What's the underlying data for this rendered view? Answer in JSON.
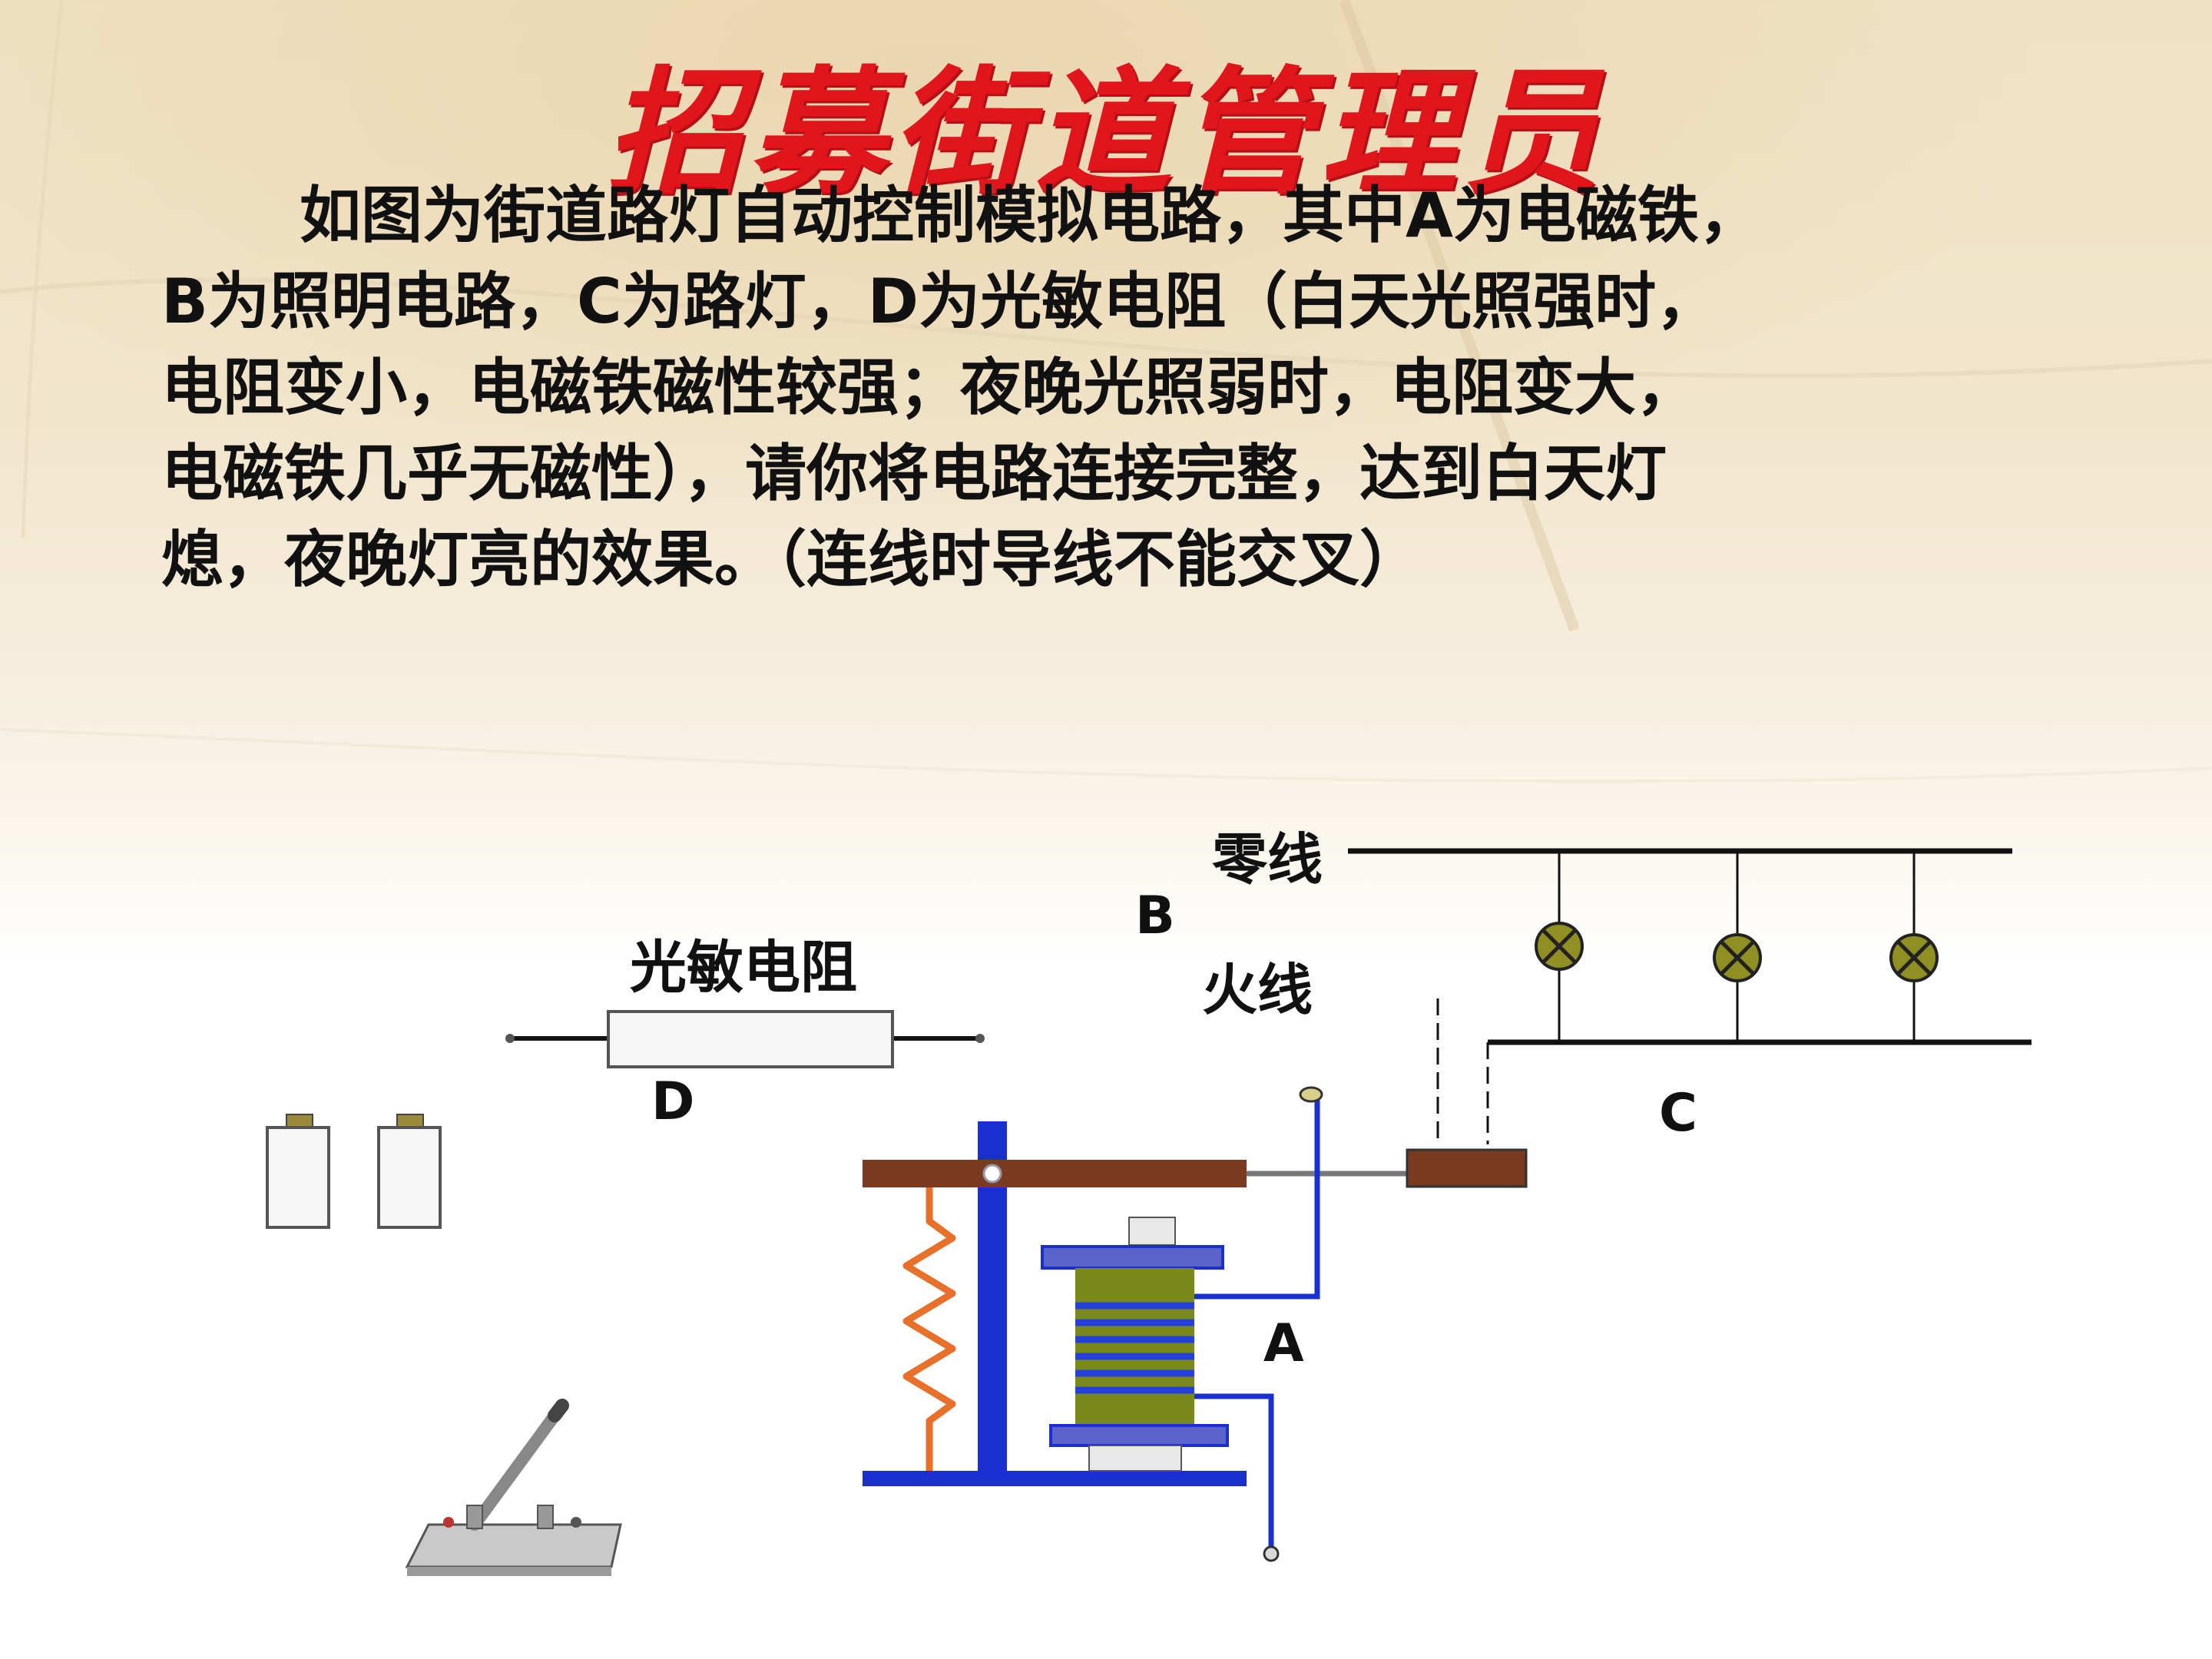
{
  "title": "招募街道管理员",
  "paragraph_lines": [
    "如图为街道路灯自动控制模拟电路，其中A为电磁铁，",
    "B为照明电路，C为路灯，D为光敏电阻（白天光照强时，",
    "电阻变小，电磁铁磁性较强；夜晚光照弱时，电阻变大，",
    "电磁铁几乎无磁性），请你将电路连接完整，达到白天灯",
    "熄，夜晚灯亮的效果。（连线时导线不能交叉）"
  ],
  "labels": {
    "neutral_wire": "零线",
    "live_wire": "火线",
    "B": "B",
    "C": "C",
    "D": "D",
    "A": "A",
    "photoresistor": "光敏电阻"
  },
  "colors": {
    "title": "#e0161c",
    "relay_frame": "#1a2fd0",
    "armature": "#7a3a1f",
    "spring": "#e8702a",
    "coil_core": "#7a8a1a",
    "lamp": "#8a8a1e"
  }
}
